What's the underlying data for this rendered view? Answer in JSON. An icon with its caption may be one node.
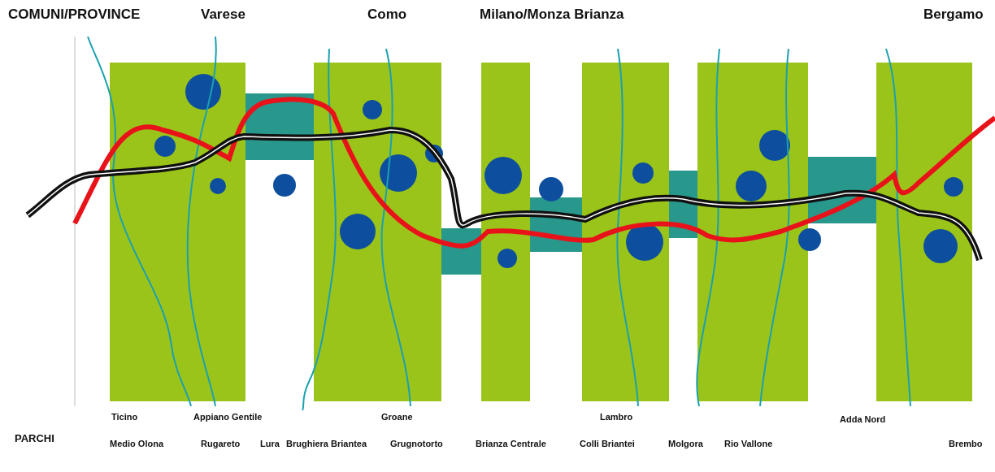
{
  "diagram": {
    "labels": [
      "COMUNI/PROVINCE",
      "Varese",
      "Como",
      "Milano/Monza Brianza",
      "Bergamo",
      "PARCHI",
      "Ticino",
      "Appiano Gentile",
      "Groane",
      "Lambro",
      "Adda Nord",
      "Medio Olona",
      "Rugareto",
      "Lura",
      "Brughiera Briantea",
      "Grugnotorto",
      "Brianza Centrale",
      "Colli Briantei",
      "Molgora",
      "Rio Vallone",
      "Brembo"
    ]
  }
}
